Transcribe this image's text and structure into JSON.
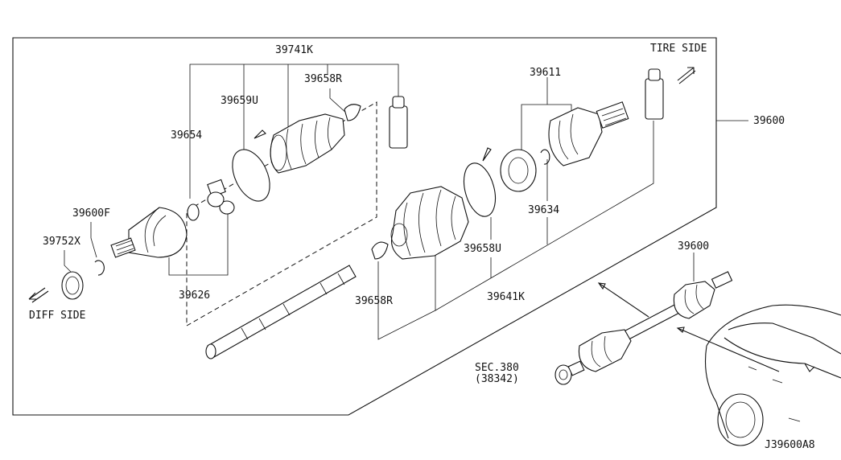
{
  "drawing_id": "J39600A8",
  "direction_labels": {
    "tire_side": "TIRE SIDE",
    "diff_side": "DIFF SIDE"
  },
  "parts": {
    "p39741K": "39741K",
    "p39658R_top": "39658R",
    "p39659U": "39659U",
    "p39654": "39654",
    "p39600F": "39600F",
    "p39752X": "39752X",
    "p39626": "39626",
    "p39611": "39611",
    "p39600_main": "39600",
    "p39634": "39634",
    "p39658U": "39658U",
    "p39658R_bottom": "39658R",
    "p39641K": "39641K",
    "p39600_inset": "39600"
  },
  "section_ref": {
    "line1": "SEC.380",
    "line2": "(38342)"
  }
}
